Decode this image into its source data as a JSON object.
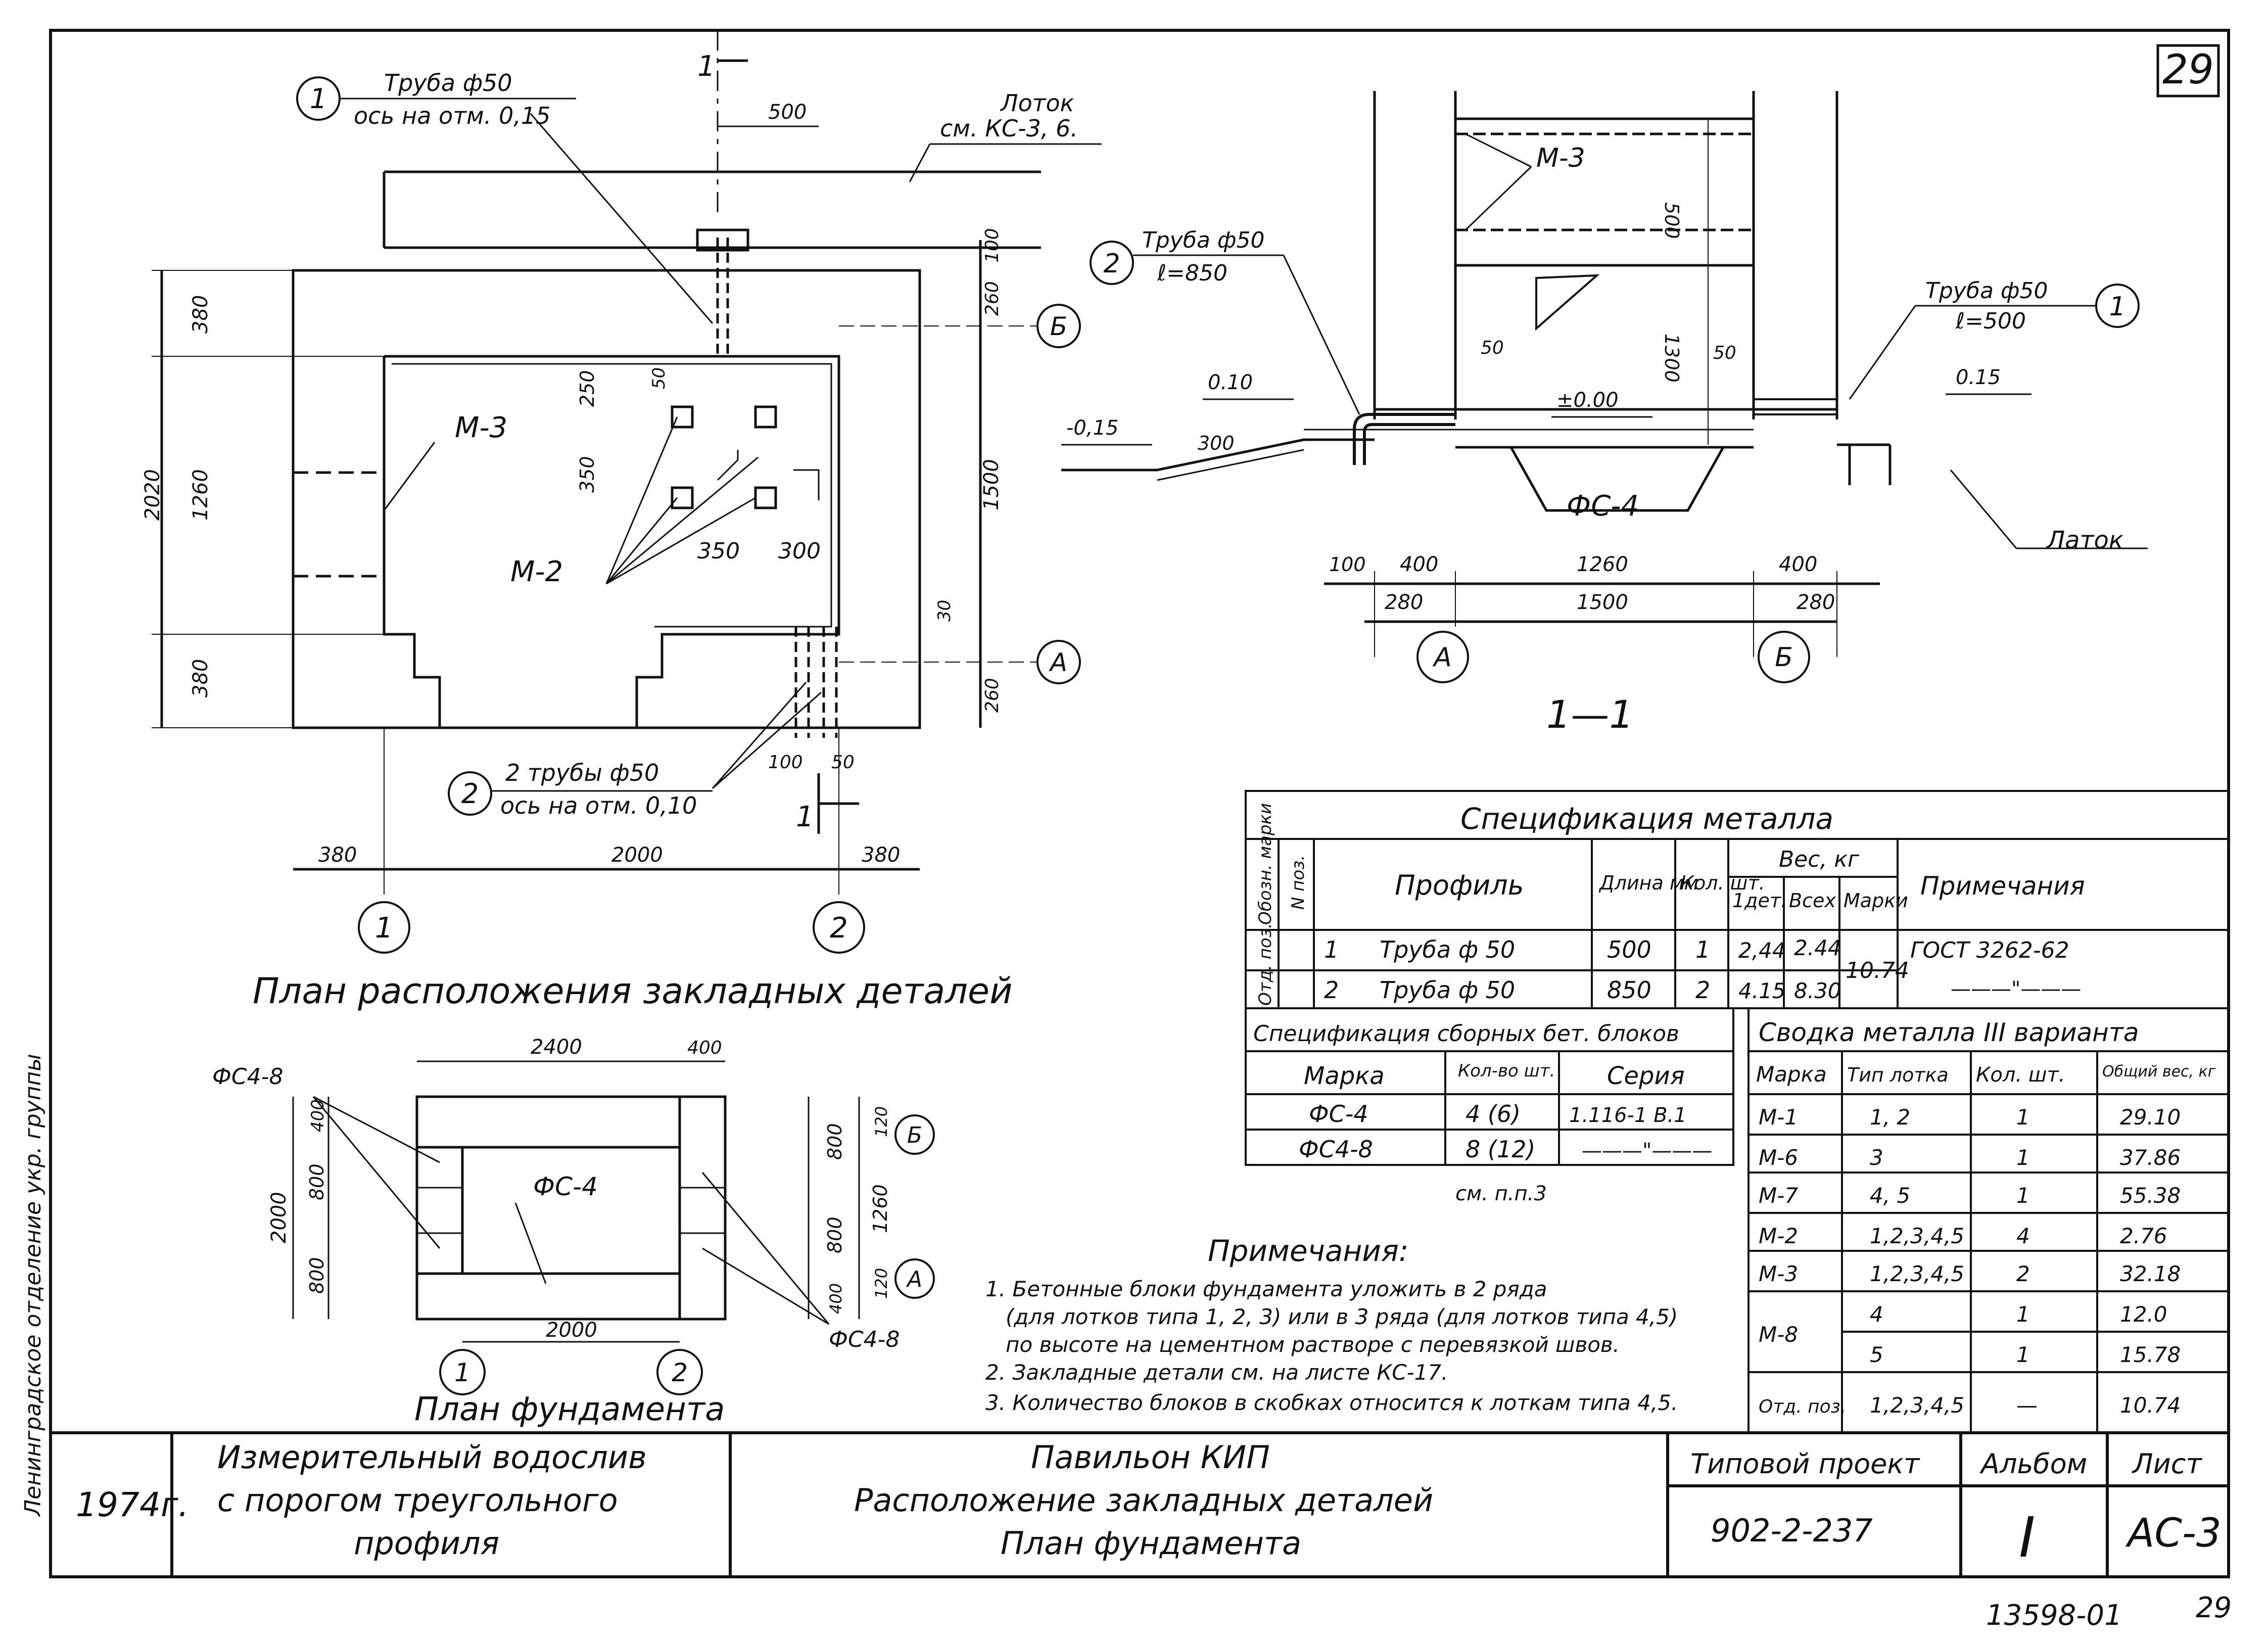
{
  "sheet_number": "29",
  "plan_embedded": {
    "title": "План расположения закладных деталей",
    "callout1": {
      "num": "1",
      "line1": "Труба ф50",
      "line2": "ось на отм. 0,15"
    },
    "callout2": {
      "num": "2",
      "line1": "2 трубы ф50",
      "line2": "ось на отм. 0,10"
    },
    "latok": {
      "line1": "Лоток",
      "line2": "см. КС-3, 6."
    },
    "labels": {
      "m3": "М-3",
      "m2": "М-2",
      "b": "Б",
      "a": "А",
      "sec": "1"
    },
    "dims": {
      "d500": "500",
      "d100": "100",
      "d260a": "260",
      "d1500": "1500",
      "d260b": "260",
      "d30": "30",
      "d380a": "380",
      "d1260": "1260",
      "d380b": "380",
      "d2020": "2020",
      "d250": "250",
      "d50": "50",
      "d350v": "350",
      "d350": "350",
      "d300": "300",
      "d100b": "100",
      "d50b": "50",
      "b380l": "380",
      "b2000": "2000",
      "b380r": "380"
    },
    "axes": [
      "1",
      "2"
    ]
  },
  "section": {
    "title": "1—1",
    "callout2": {
      "num": "2",
      "line1": "Труба ф50",
      "line2": "ℓ=850"
    },
    "callout1": {
      "num": "1",
      "line1": "Труба ф50",
      "line2": "ℓ=500"
    },
    "labels": {
      "m3": "М-3",
      "fc4": "ФС-4",
      "latok": "Латок"
    },
    "levels": {
      "l010": "0.10",
      "lm015": "-0,15",
      "l000": "±0.00",
      "l015": "0.15"
    },
    "dims": {
      "d300": "300",
      "d50l": "50",
      "d50r": "50",
      "d500": "500",
      "d1300": "1300",
      "d100": "100",
      "d400l": "400",
      "d1260": "1260",
      "d400r": "400",
      "d280l": "280",
      "d1500": "1500",
      "d280r": "280"
    },
    "axes": [
      "А",
      "Б"
    ]
  },
  "foundation": {
    "title": "План фундамента",
    "labels": {
      "fc48a": "ФС4-8",
      "fc4": "ФС-4",
      "fc48b": "ФС4-8",
      "a": "А",
      "b": "Б"
    },
    "dims": {
      "d2400": "2400",
      "d400": "400",
      "d2000v": "2000",
      "d400a": "400",
      "d800a": "800",
      "d800b": "800",
      "d800r1": "800",
      "d120a": "120",
      "d800r2": "800",
      "d1260": "1260",
      "d120b": "120",
      "d400b": "400",
      "d2000": "2000"
    },
    "axes": [
      "1",
      "2"
    ]
  },
  "spec_metal": {
    "title": "Спецификация металла",
    "headers": {
      "oboz": "Обозн. марки",
      "npoz": "N поз.",
      "profil": "Профиль",
      "dlina": "Длина мм",
      "kol": "Кол. шт.",
      "ves": "Вес, кг",
      "odet": "1дет.",
      "vsex": "Всех",
      "marki": "Марки",
      "prim": "Примечания"
    },
    "group": "Отд. поз.",
    "rows": [
      {
        "poz": "1",
        "profil": "Труба ф 50",
        "dlina": "500",
        "kol": "1",
        "odet": "2,44",
        "vsex": "2.44",
        "prim": "ГОСТ 3262-62"
      },
      {
        "poz": "2",
        "profil": "Труба ф 50",
        "dlina": "850",
        "kol": "2",
        "odet": "4.15",
        "vsex": "8.30",
        "prim": "———\"———"
      }
    ],
    "marki_total": "10.74"
  },
  "spec_blocks": {
    "title": "Спецификация сборных бет. блоков",
    "headers": [
      "Марка",
      "Кол-во шт.",
      "Серия"
    ],
    "rows": [
      [
        "ФС-4",
        "4 (6)",
        "1.116-1 В.1"
      ],
      [
        "ФС4-8",
        "8 (12)",
        "———\"———"
      ]
    ],
    "note": "см. п.п.3"
  },
  "summary": {
    "title": "Сводка металла III варианта",
    "headers": [
      "Марка",
      "Тип лотка",
      "Кол. шт.",
      "Общий вес, кг"
    ],
    "rows": [
      [
        "М-1",
        "1, 2",
        "1",
        "29.10"
      ],
      [
        "М-6",
        "3",
        "1",
        "37.86"
      ],
      [
        "М-7",
        "4, 5",
        "1",
        "55.38"
      ],
      [
        "М-2",
        "1,2,3,4,5",
        "4",
        "2.76"
      ],
      [
        "М-3",
        "1,2,3,4,5",
        "2",
        "32.18"
      ],
      [
        "М-8",
        "4",
        "1",
        "12.0"
      ],
      [
        "",
        "5",
        "1",
        "15.78"
      ],
      [
        "Отд. поз.",
        "1,2,3,4,5",
        "—",
        "10.74"
      ]
    ]
  },
  "notes": {
    "title": "Примечания:",
    "lines": [
      "1. Бетонные блоки фундамента уложить в 2 ряда",
      "(для лотков типа 1, 2, 3) или в 3 ряда (для лотков типа 4,5)",
      "по высоте на цементном растворе с перевязкой швов.",
      "2. Закладные детали см. на листе КС-17.",
      "3. Количество блоков в скобках относится к лоткам типа 4,5."
    ]
  },
  "title_block": {
    "year": "1974г.",
    "name": [
      "Измерительный водослив",
      "с порогом треугольного",
      "профиля"
    ],
    "subject": [
      "Павильон КИП",
      "Расположение закладных деталей",
      "План фундамента"
    ],
    "project_label": "Типовой проект",
    "project_number": "902-2-237",
    "album_label": "Альбом",
    "album_value": "I",
    "sheet_label": "Лист",
    "sheet_value": "АС-3"
  },
  "margin_text": "Ленинградское отделение укр. группы",
  "footer": {
    "code": "13598-01",
    "page": "29"
  }
}
